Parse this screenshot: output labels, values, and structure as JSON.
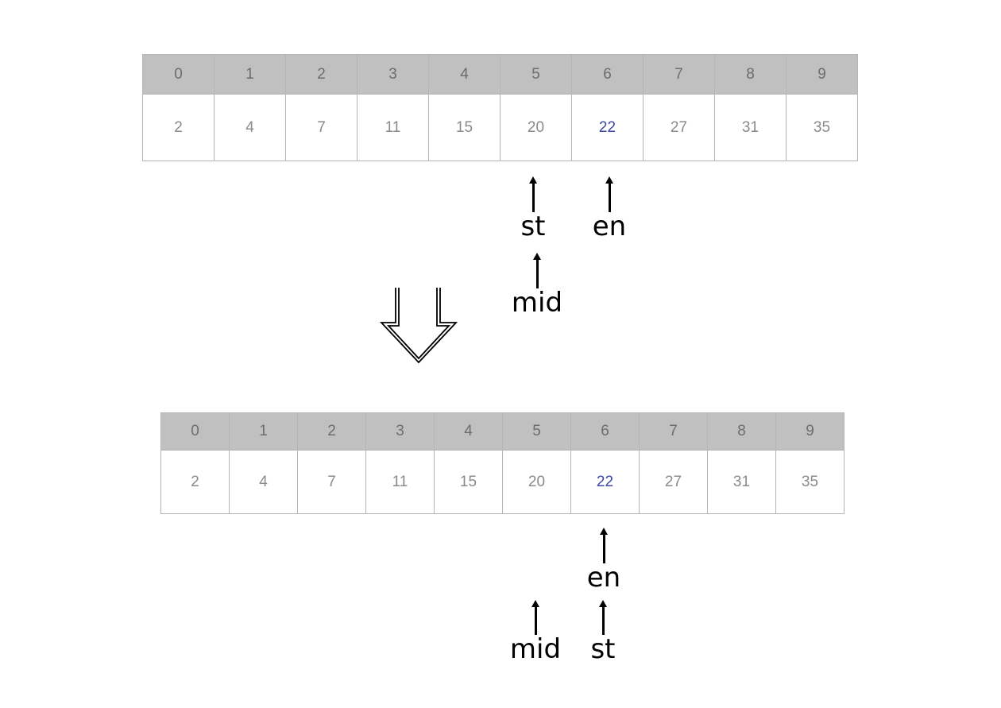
{
  "before": {
    "indices": [
      "0",
      "1",
      "2",
      "3",
      "4",
      "5",
      "6",
      "7",
      "8",
      "9"
    ],
    "values": [
      "2",
      "4",
      "7",
      "11",
      "15",
      "20",
      "22",
      "27",
      "31",
      "35"
    ],
    "highlight_index": 6,
    "pointers": {
      "st": "st",
      "en": "en",
      "mid": "mid"
    }
  },
  "after": {
    "indices": [
      "0",
      "1",
      "2",
      "3",
      "4",
      "5",
      "6",
      "7",
      "8",
      "9"
    ],
    "values": [
      "2",
      "4",
      "7",
      "11",
      "15",
      "20",
      "22",
      "27",
      "31",
      "35"
    ],
    "highlight_index": 6,
    "pointers": {
      "en": "en",
      "mid": "mid",
      "st": "st"
    }
  },
  "colors": {
    "index_header_bg": "#c0c0c0",
    "cell_border": "#b5b5b5",
    "value_text": "#8a8a8a",
    "highlight_text": "#3c48a3"
  },
  "icons": {
    "transition": "down-arrow-icon"
  }
}
